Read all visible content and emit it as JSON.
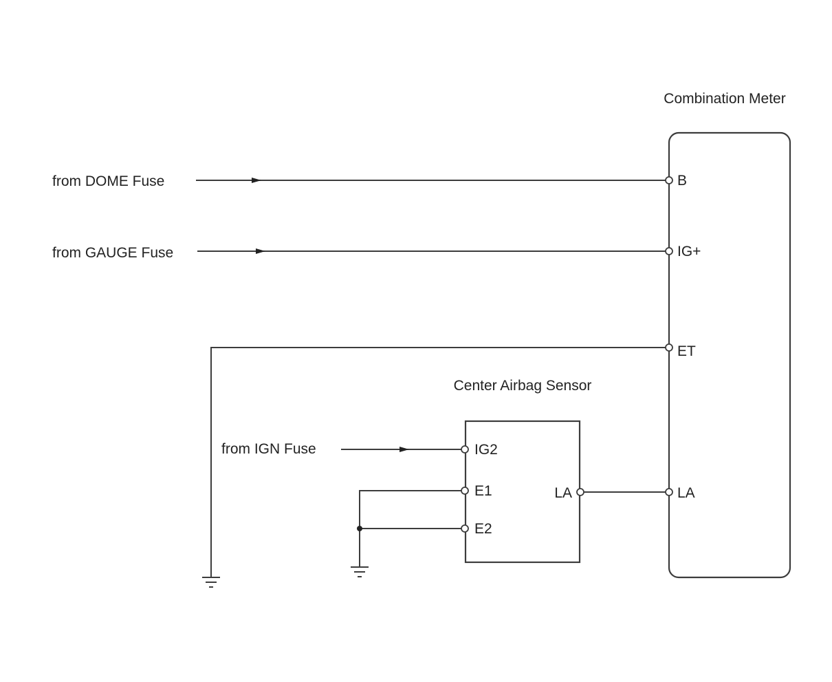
{
  "components": {
    "combination_meter": {
      "title": "Combination Meter",
      "pins": {
        "b": "B",
        "ig_plus": "IG+",
        "et": "ET",
        "la": "LA"
      }
    },
    "center_airbag_sensor": {
      "title": "Center Airbag Sensor",
      "pins": {
        "ig2": "IG2",
        "e1": "E1",
        "e2": "E2",
        "la": "LA"
      }
    }
  },
  "sources": {
    "dome": "from DOME Fuse",
    "gauge": "from GAUGE Fuse",
    "ign": "from IGN Fuse"
  },
  "colors": {
    "line": "#3c3c3c",
    "text": "#222222",
    "background": "#ffffff"
  }
}
